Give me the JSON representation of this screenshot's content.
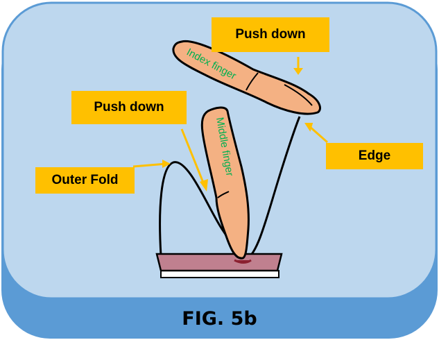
{
  "labels": {
    "push_down_top": "Push down",
    "push_down_left": "Push down",
    "edge": "Edge",
    "outer_fold": "Outer Fold"
  },
  "fingers": {
    "index": "Index finger",
    "middle": "Middle finger"
  },
  "caption": "FIG. 5b",
  "colors": {
    "panel": "#bdd7ee",
    "border": "#5b9bd5",
    "label_bg": "#ffc000",
    "finger": "#f4b183",
    "finger_text": "#00b050",
    "base": "#c0808f"
  }
}
